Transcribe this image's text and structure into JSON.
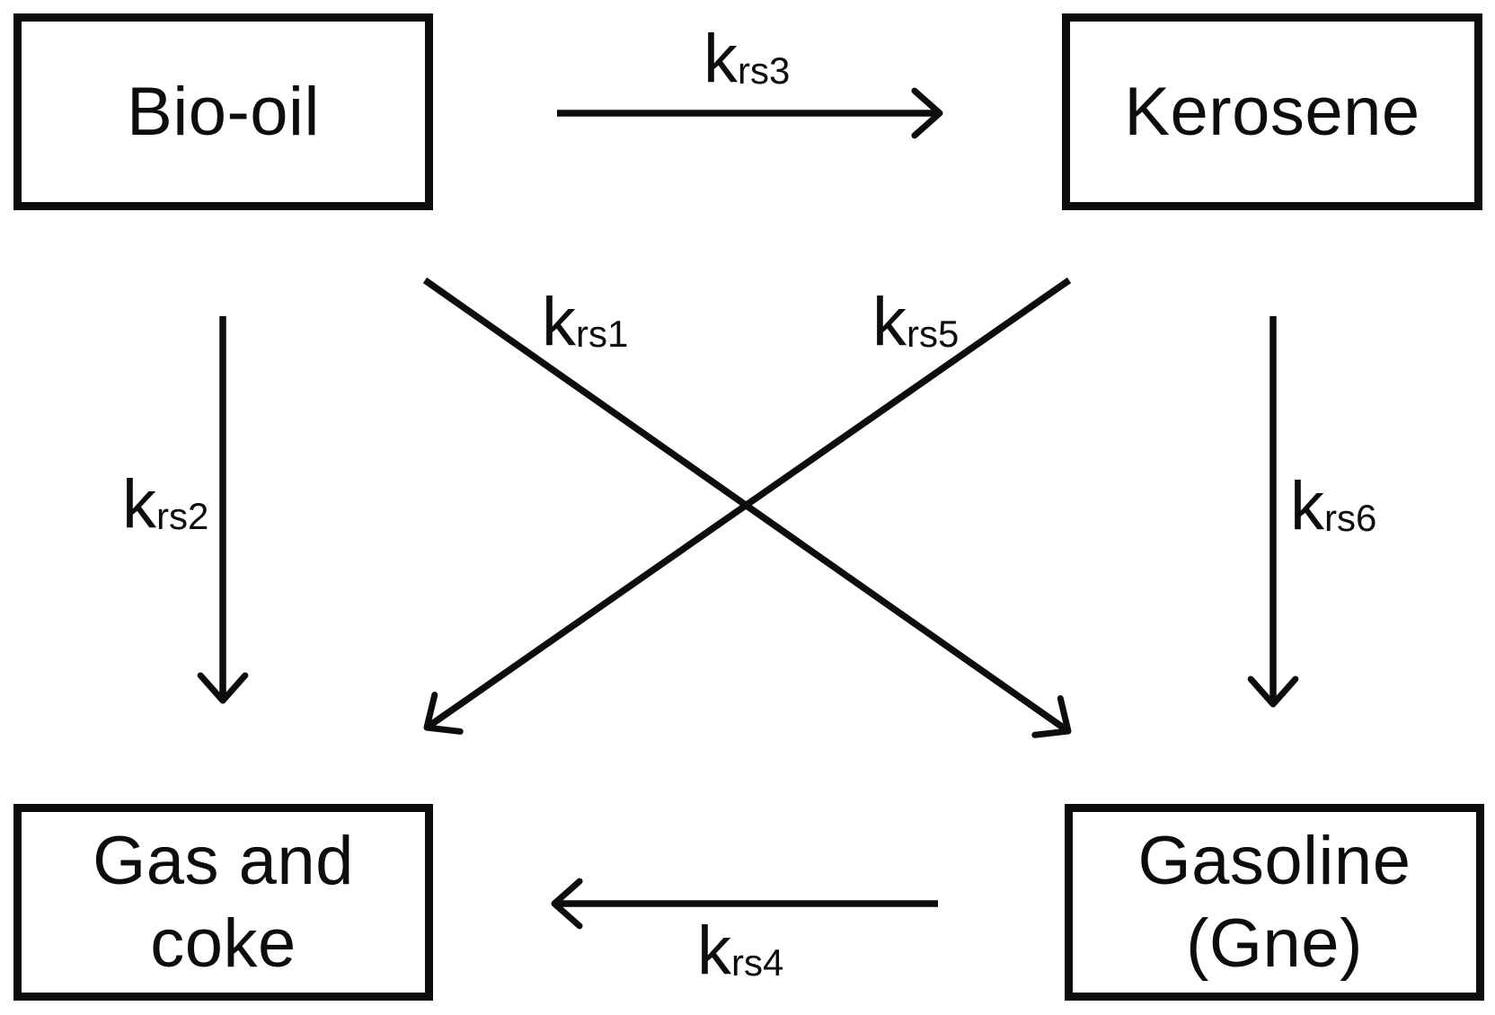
{
  "canvas": {
    "background_color": "#ffffff",
    "stroke_color": "#0d0d0d"
  },
  "nodes": [
    {
      "id": "bio-oil",
      "label": "Bio-oil"
    },
    {
      "id": "kerosene",
      "label": "Kerosene"
    },
    {
      "id": "gas-and-coke",
      "label": "Gas and\ncoke"
    },
    {
      "id": "gasoline-gne",
      "label": "Gasoline\n(Gne)"
    }
  ],
  "edges": [
    {
      "id": "krs1",
      "from": "Bio-oil",
      "to": "Gasoline (Gne)",
      "rate_base": "k",
      "rate_sub": "rs1"
    },
    {
      "id": "krs2",
      "from": "Bio-oil",
      "to": "Gas and coke",
      "rate_base": "k",
      "rate_sub": "rs2"
    },
    {
      "id": "krs3",
      "from": "Bio-oil",
      "to": "Kerosene",
      "rate_base": "k",
      "rate_sub": "rs3"
    },
    {
      "id": "krs4",
      "from": "Gasoline (Gne)",
      "to": "Gas and coke",
      "rate_base": "k",
      "rate_sub": "rs4"
    },
    {
      "id": "krs5",
      "from": "Kerosene",
      "to": "Gas and coke",
      "rate_base": "k",
      "rate_sub": "rs5"
    },
    {
      "id": "krs6",
      "from": "Kerosene",
      "to": "Gasoline (Gne)",
      "rate_base": "k",
      "rate_sub": "rs6"
    }
  ]
}
